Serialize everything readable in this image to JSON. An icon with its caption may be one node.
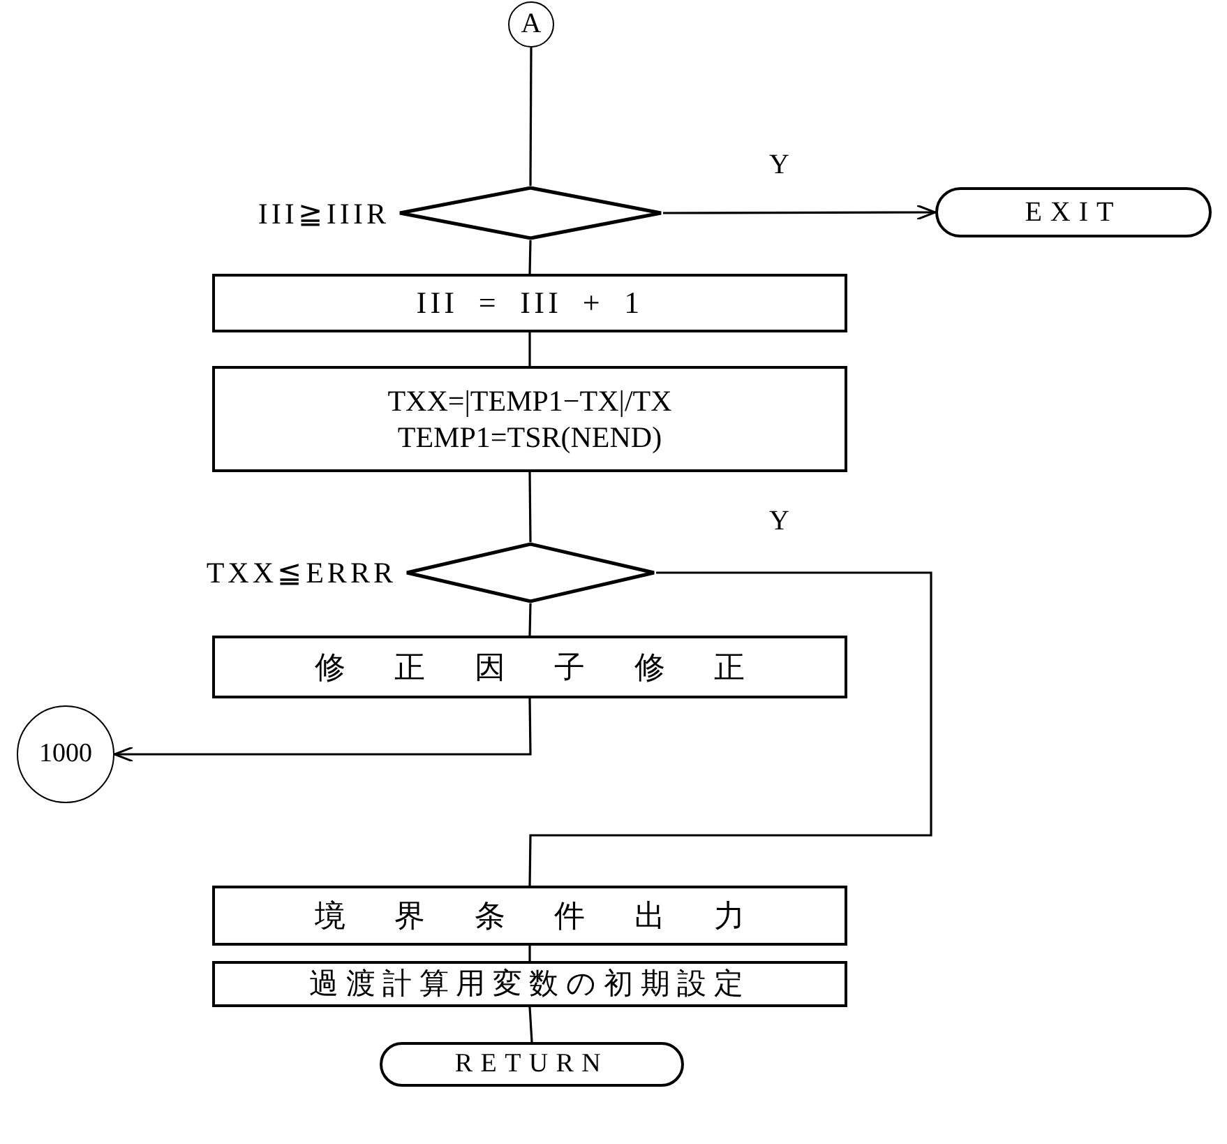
{
  "diagram": {
    "nodes": [
      {
        "text": [
          "A"
        ]
      },
      {
        "text": [],
        "shape": "diamond",
        "beside": [
          "III≧IIIR"
        ]
      },
      {
        "text": [
          "EXIT"
        ]
      },
      {
        "text": [
          "III = III + 1"
        ]
      },
      {
        "text": [
          "TXX=|TEMP1−TX|/TX TEMP1=TSR(NEND)"
        ]
      },
      {
        "text": [],
        "shape": "diamond",
        "beside": [
          "TXX≦ERRR"
        ]
      },
      {
        "text": [
          "修正因子修正"
        ]
      },
      {
        "text": [
          "1000"
        ]
      },
      {
        "text": [
          "境界条件出力"
        ]
      },
      {
        "text": [
          "過渡計算用変数の初期設定"
        ]
      },
      {
        "text": [
          "RETURN"
        ]
      }
    ],
    "edges": [
      {
        "from": 0,
        "to": 1,
        "arrow": "none"
      },
      {
        "from": 1,
        "to": 2,
        "arrow": "to",
        "label": "Y"
      },
      {
        "from": 1,
        "to": 3,
        "arrow": "none"
      },
      {
        "from": 3,
        "to": 4,
        "arrow": "none"
      },
      {
        "from": 4,
        "to": 5,
        "arrow": "none"
      },
      {
        "from": 5,
        "to": 6,
        "arrow": "none"
      },
      {
        "from": 6,
        "to": 7,
        "arrow": "to"
      },
      {
        "from": 5,
        "to": 8,
        "arrow": "none",
        "label": "Y"
      },
      {
        "from": 8,
        "to": 9,
        "arrow": "none"
      },
      {
        "from": 9,
        "to": 10,
        "arrow": "none"
      }
    ]
  }
}
